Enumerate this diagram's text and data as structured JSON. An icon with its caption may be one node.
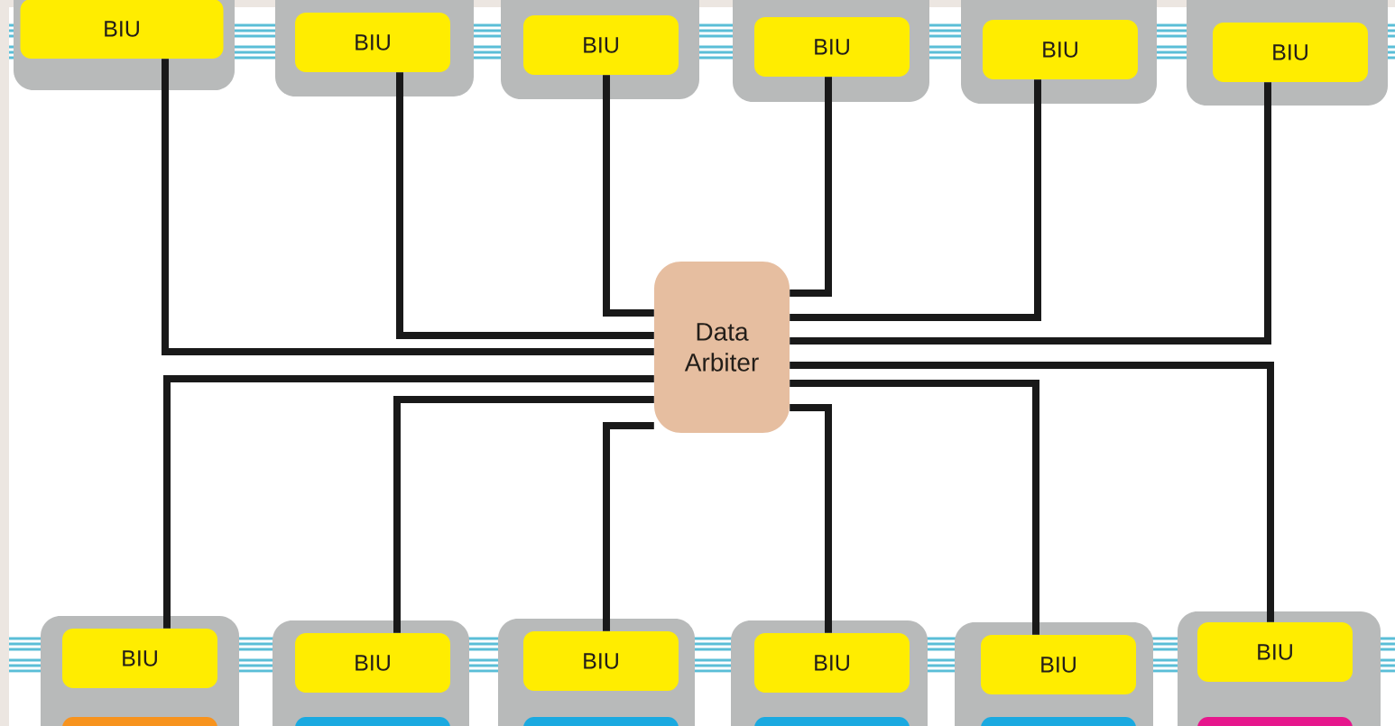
{
  "diagram": {
    "nodes": [
      {
        "text": [
          "BIU"
        ]
      },
      {
        "text": [
          "BIU"
        ]
      },
      {
        "text": [
          "BIU"
        ]
      },
      {
        "text": [
          "BIU"
        ]
      },
      {
        "text": [
          "BIU"
        ]
      },
      {
        "text": [
          "BIU"
        ]
      },
      {
        "text": [
          "Data Arbiter"
        ]
      },
      {
        "text": [
          "BIU"
        ]
      },
      {
        "text": [
          "BIU"
        ]
      },
      {
        "text": [
          "BIU"
        ]
      },
      {
        "text": [
          "BIU"
        ]
      },
      {
        "text": [
          "BIU"
        ]
      },
      {
        "text": [
          "BIU"
        ]
      }
    ],
    "edges": [
      {
        "from": 0,
        "to": 6,
        "arrow": "none"
      },
      {
        "from": 1,
        "to": 6,
        "arrow": "none"
      },
      {
        "from": 2,
        "to": 6,
        "arrow": "none"
      },
      {
        "from": 3,
        "to": 6,
        "arrow": "none"
      },
      {
        "from": 4,
        "to": 6,
        "arrow": "none"
      },
      {
        "from": 5,
        "to": 6,
        "arrow": "none"
      },
      {
        "from": 7,
        "to": 6,
        "arrow": "none"
      },
      {
        "from": 8,
        "to": 6,
        "arrow": "none"
      },
      {
        "from": 9,
        "to": 6,
        "arrow": "none"
      },
      {
        "from": 10,
        "to": 6,
        "arrow": "none"
      },
      {
        "from": 11,
        "to": 6,
        "arrow": "none"
      },
      {
        "from": 12,
        "to": 6,
        "arrow": "none"
      }
    ]
  }
}
